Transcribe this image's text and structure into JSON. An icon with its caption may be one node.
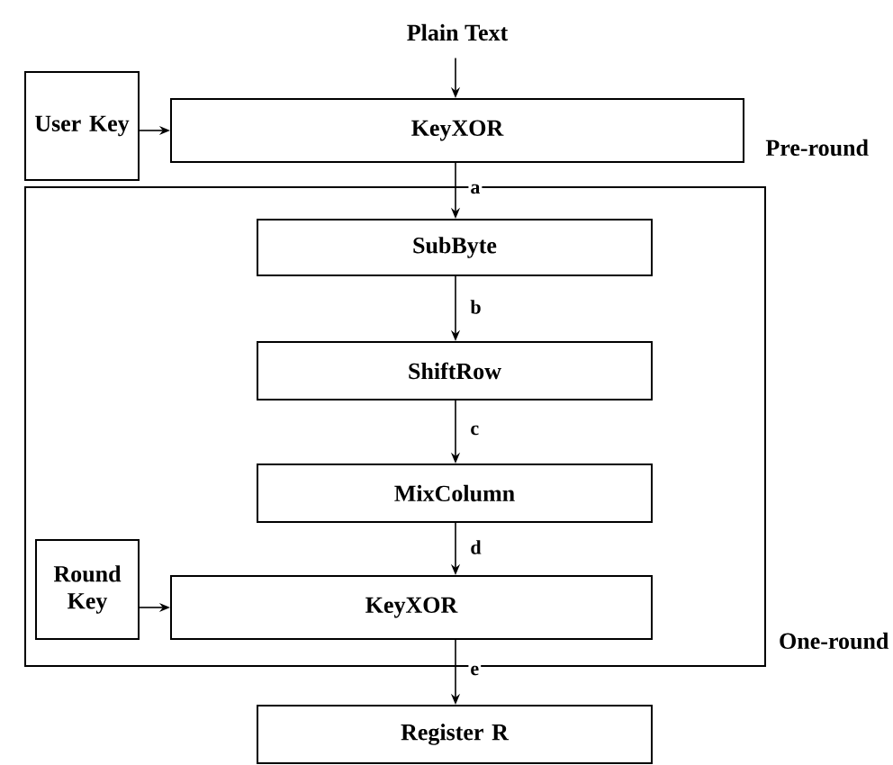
{
  "diagram": {
    "nodes": [
      {
        "text": [
          "Plain Text"
        ]
      },
      {
        "text": [
          "User Key"
        ]
      },
      {
        "text": [
          "KeyXOR"
        ],
        "beside": [
          "Pre-round"
        ]
      },
      {
        "text": [
          "One-round"
        ]
      },
      {
        "text": [
          "SubByte"
        ],
        "in": 3
      },
      {
        "text": [
          "ShiftRow"
        ],
        "in": 3
      },
      {
        "text": [
          "MixColumn"
        ],
        "in": 3
      },
      {
        "text": [
          "Round Key"
        ],
        "in": 3
      },
      {
        "text": [
          "KeyXOR"
        ],
        "in": 3
      },
      {
        "text": [
          "Register R"
        ]
      }
    ],
    "edges": [
      {
        "from": 0,
        "to": 2,
        "arrow": "to"
      },
      {
        "from": 1,
        "to": 2,
        "arrow": "to"
      },
      {
        "from": 2,
        "to": 4,
        "arrow": "to",
        "label": "a"
      },
      {
        "from": 4,
        "to": 5,
        "arrow": "to",
        "label": "b"
      },
      {
        "from": 5,
        "to": 6,
        "arrow": "to",
        "label": "c"
      },
      {
        "from": 6,
        "to": 8,
        "arrow": "to",
        "label": "d"
      },
      {
        "from": 7,
        "to": 8,
        "arrow": "to"
      },
      {
        "from": 8,
        "to": 9,
        "arrow": "to",
        "label": "e"
      }
    ]
  }
}
